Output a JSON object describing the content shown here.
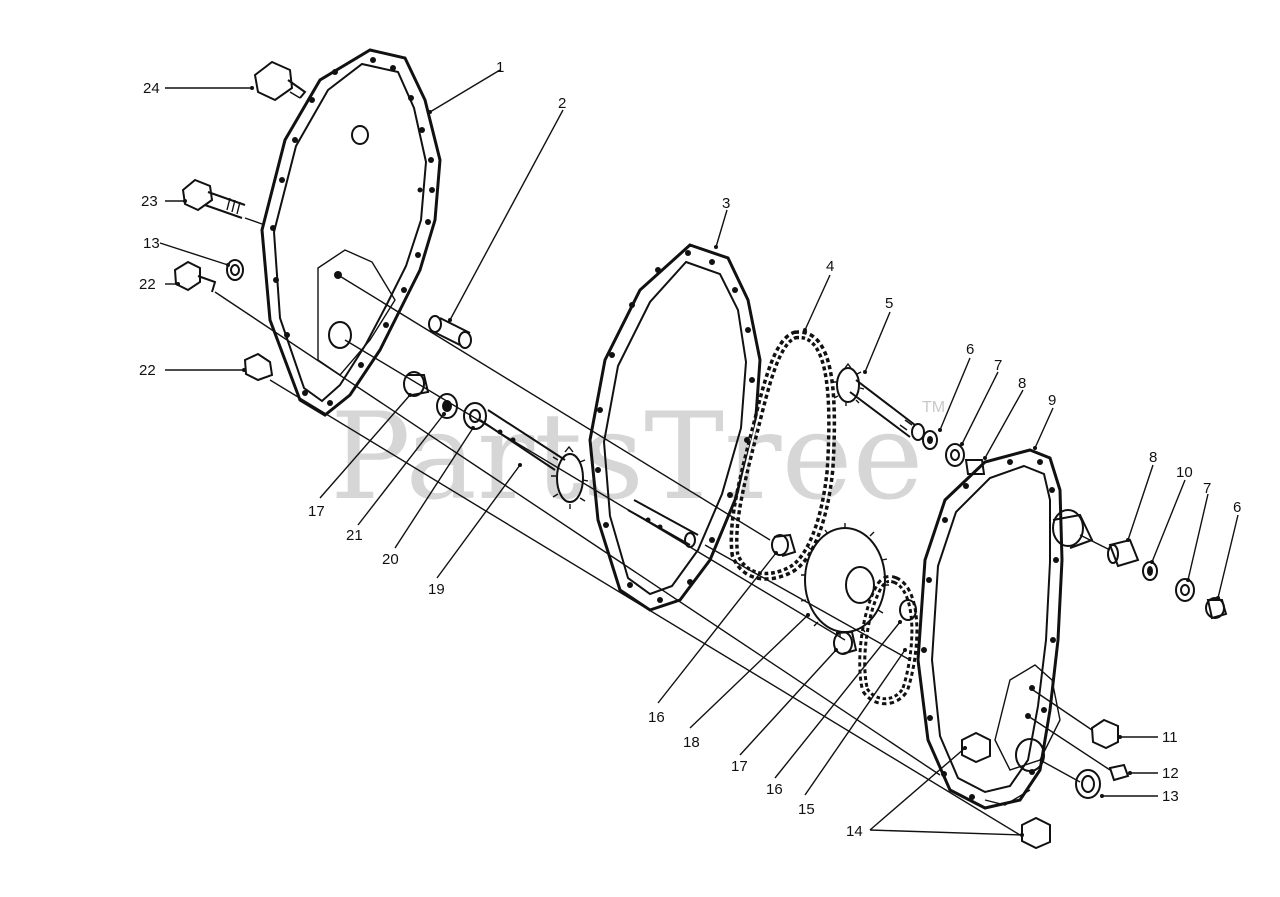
{
  "watermark": {
    "text": "PartsTree",
    "tm": "TM"
  },
  "callouts": [
    {
      "id": "c1",
      "text": "1"
    },
    {
      "id": "c2",
      "text": "2"
    },
    {
      "id": "c3",
      "text": "3"
    },
    {
      "id": "c4",
      "text": "4"
    },
    {
      "id": "c5",
      "text": "5"
    },
    {
      "id": "c6a",
      "text": "6"
    },
    {
      "id": "c7a",
      "text": "7"
    },
    {
      "id": "c8a",
      "text": "8"
    },
    {
      "id": "c9",
      "text": "9"
    },
    {
      "id": "c8b",
      "text": "8"
    },
    {
      "id": "c10",
      "text": "10"
    },
    {
      "id": "c7b",
      "text": "7"
    },
    {
      "id": "c6b",
      "text": "6"
    },
    {
      "id": "c11",
      "text": "11"
    },
    {
      "id": "c12",
      "text": "12"
    },
    {
      "id": "c13b",
      "text": "13"
    },
    {
      "id": "c14",
      "text": "14"
    },
    {
      "id": "c15",
      "text": "15"
    },
    {
      "id": "c16b",
      "text": "16"
    },
    {
      "id": "c17b",
      "text": "17"
    },
    {
      "id": "c18",
      "text": "18"
    },
    {
      "id": "c16a",
      "text": "16"
    },
    {
      "id": "c19",
      "text": "19"
    },
    {
      "id": "c20",
      "text": "20"
    },
    {
      "id": "c21",
      "text": "21"
    },
    {
      "id": "c17a",
      "text": "17"
    },
    {
      "id": "c22b",
      "text": "22"
    },
    {
      "id": "c22a",
      "text": "22"
    },
    {
      "id": "c13a",
      "text": "13"
    },
    {
      "id": "c23",
      "text": "23"
    },
    {
      "id": "c24",
      "text": "24"
    }
  ]
}
